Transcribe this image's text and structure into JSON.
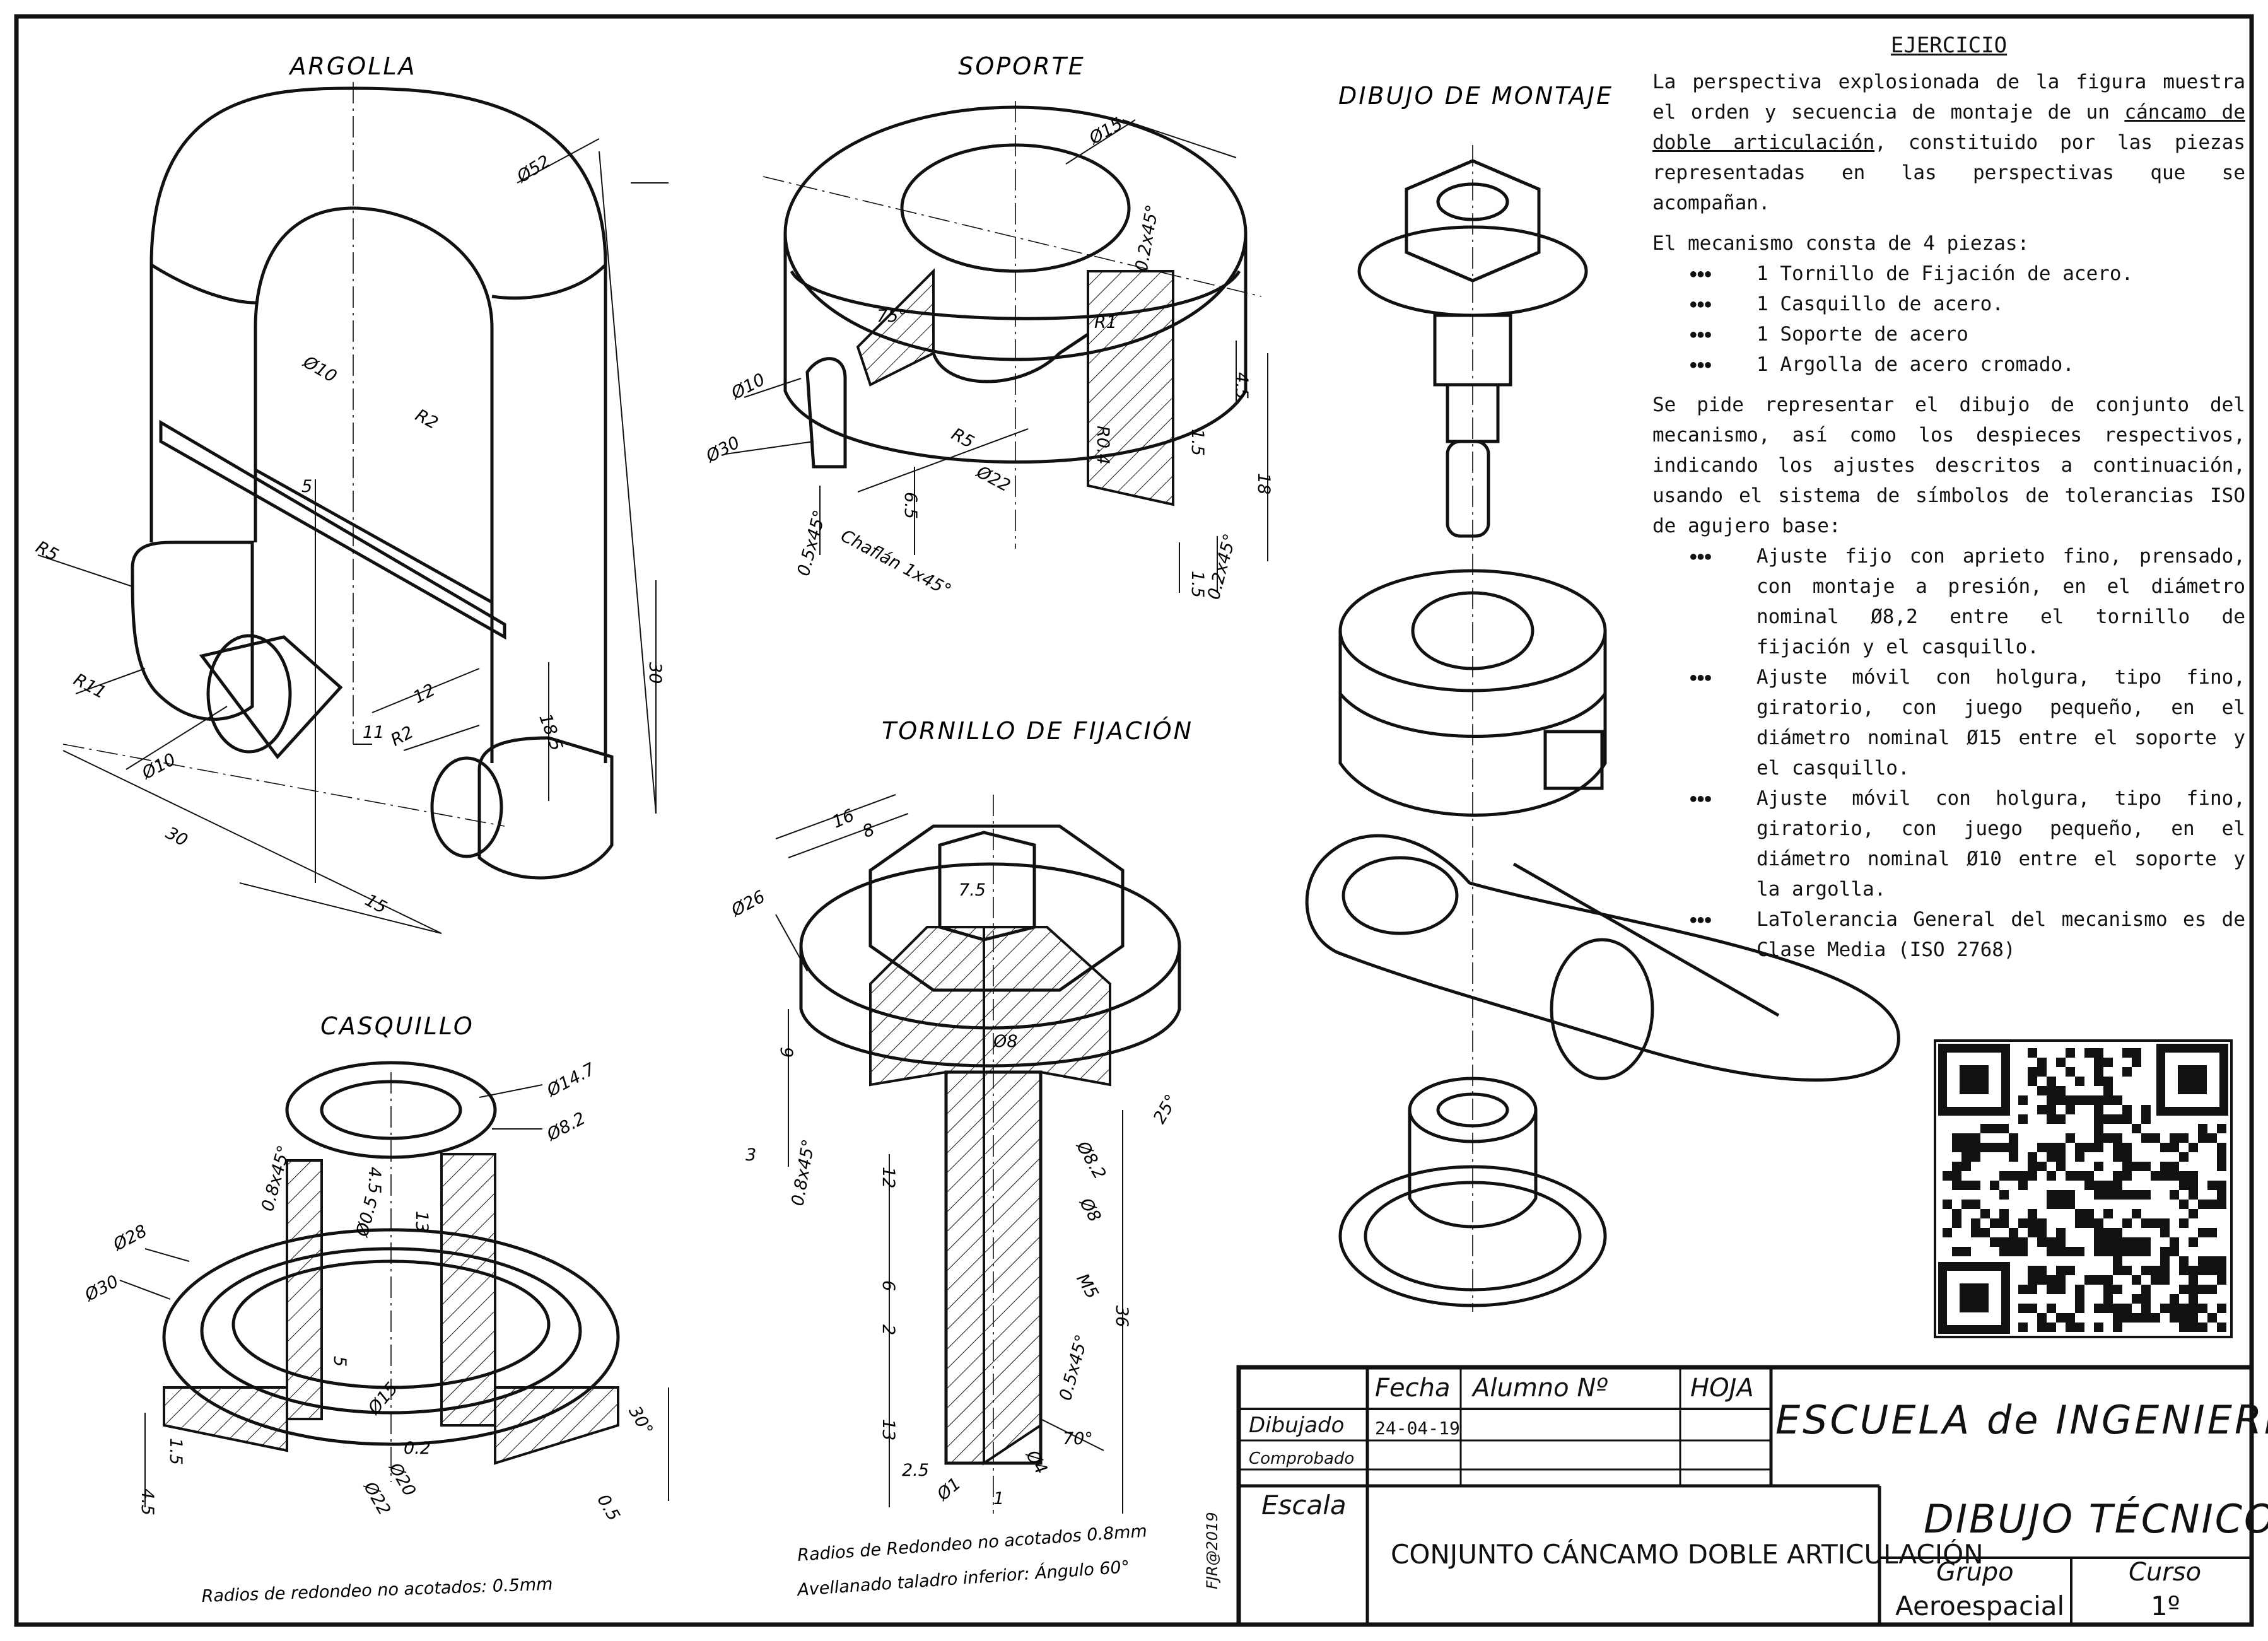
{
  "views": {
    "argolla": {
      "title": "ARGOLLA",
      "dims": [
        "Ø52",
        "Ø10",
        "R2",
        "5",
        "R5",
        "R11",
        "Ø10",
        "30",
        "15",
        "12",
        "11",
        "R2",
        "18.5",
        "30"
      ]
    },
    "soporte": {
      "title": "SOPORTE",
      "dims": [
        "Ø15",
        "0.2x45°",
        "75°",
        "R1",
        "4.5",
        "Ø10",
        "1.5",
        "R0.4",
        "Ø30",
        "R5",
        "Ø22",
        "18",
        "6.5",
        "0.5x45°",
        "Chaflán 1x45°",
        "1.5",
        "0.2x45°"
      ]
    },
    "montaje": {
      "title": "DIBUJO DE MONTAJE"
    },
    "tornillo": {
      "title": "TORNILLO DE FIJACIÓN",
      "dims": [
        "16",
        "8",
        "Ø26",
        "7.5",
        "Ø8",
        "9",
        "3",
        "0.8x45°",
        "25°",
        "Ø8.2",
        "12",
        "Ø8",
        "6",
        "M5",
        "2",
        "36",
        "0.5x45°",
        "13",
        "Ø4",
        "70°",
        "2.5",
        "Ø1",
        "1"
      ],
      "notes": [
        "Radios de Redondeo no acotados 0.8mm",
        "Avellanado taladro inferior: Ángulo 60°"
      ]
    },
    "casquillo": {
      "title": "CASQUILLO",
      "dims": [
        "Ø14.7",
        "Ø8.2",
        "0.8x45°",
        "4.5",
        "Ø0.5",
        "13",
        "Ø28",
        "Ø30",
        "5",
        "Ø15",
        "0.2",
        "1.5",
        "4.5",
        "Ø20",
        "Ø22",
        "30°",
        "0.5"
      ],
      "notes": [
        "Radios de redondeo no acotados: 0.5mm"
      ]
    }
  },
  "exercise": {
    "heading": "EJERCICIO",
    "intro_before": "La perspectiva explosionada de la figura muestra el orden y secuencia de montaje de un ",
    "intro_link": "cáncamo de doble articulación",
    "intro_after": ", constituido por las piezas representadas en las perspectivas que se acompañan.",
    "pieces_intro": "El mecanismo consta de 4 piezas:",
    "pieces": [
      "1 Tornillo de Fijación de acero.",
      "1 Casquillo de acero.",
      "1 Soporte de acero",
      "1 Argolla de acero cromado."
    ],
    "request": "Se pide representar el dibujo de conjunto del mecanismo, así como los despieces respectivos, indicando los ajustes descritos a continuación, usando el sistema de símbolos de tolerancias ISO de agujero base:",
    "fits": [
      "Ajuste fijo con aprieto fino, prensado, con montaje a presión, en el diámetro nominal Ø8,2 entre el tornillo de fijación y el casquillo.",
      "Ajuste móvil con holgura, tipo fino, giratorio, con juego pequeño, en el diámetro nominal Ø15 entre el soporte y el casquillo.",
      "Ajuste móvil con holgura, tipo fino, giratorio, con juego pequeño, en el diámetro nominal Ø10 entre el soporte y la argolla.",
      "LaTolerancia General del mecanismo es de Clase Media (ISO 2768)"
    ]
  },
  "title_block": {
    "fecha_label": "Fecha",
    "alumno_label": "Alumno Nº",
    "hoja_label": "HOJA",
    "dibujado_label": "Dibujado",
    "comprobado_label": "Comprobado",
    "date": "24-04-19",
    "escala_label": "Escala",
    "school": "ESCUELA de INGENIERÍAS",
    "drawing_title": "CONJUNTO CÁNCAMO DOBLE ARTICULACIÓN",
    "subject": "DIBUJO TÉCNICO",
    "grupo_label": "Grupo",
    "grupo_value": "Aeroespacial",
    "curso_label": "Curso",
    "curso_value": "1º",
    "author_stamp": "FJR@2019"
  }
}
